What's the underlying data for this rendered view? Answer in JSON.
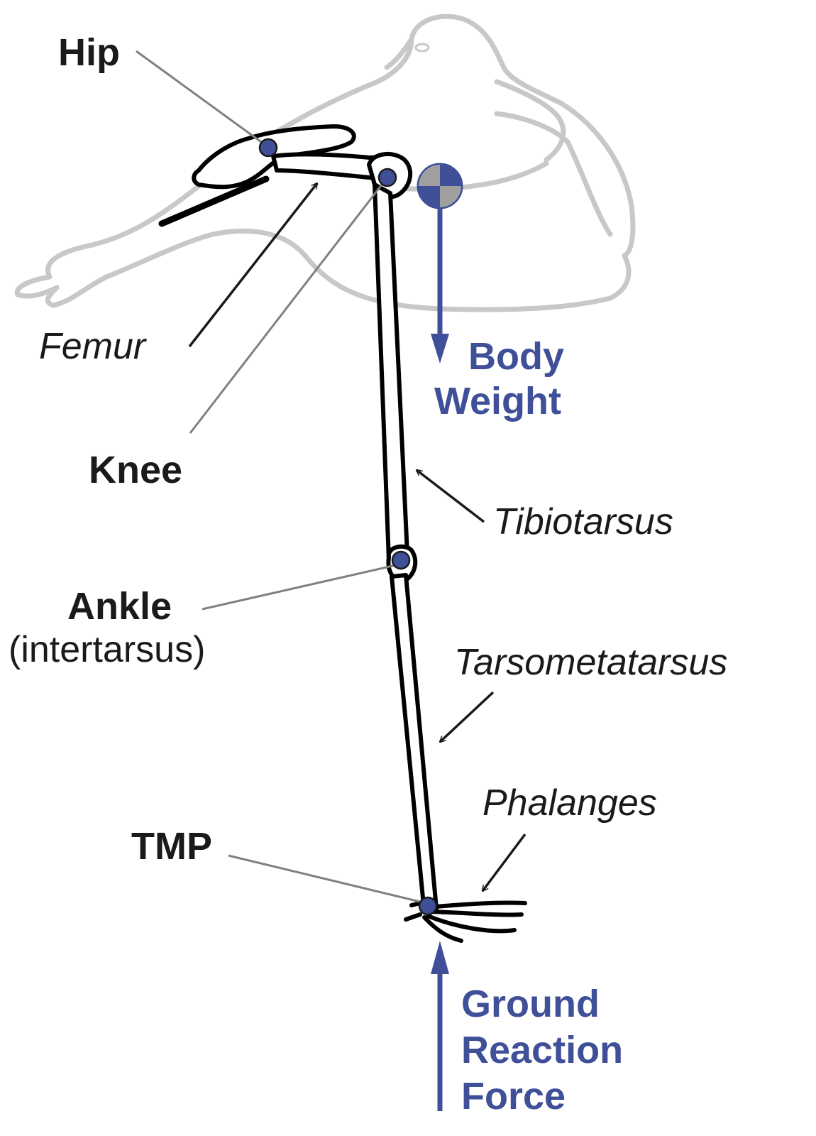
{
  "colors": {
    "accent_blue": "#3f4f98",
    "bone_stroke": "#000000",
    "body_outline": "#c8c8c8",
    "leader_gray": "#808080",
    "text_dark": "#1a1a1a"
  },
  "icons": {
    "center_of_mass": "center-of-mass-icon",
    "joint": "joint-marker-icon"
  },
  "joint_labels": {
    "hip": "Hip",
    "knee": "Knee",
    "ankle": "Ankle",
    "ankle_sub": "(intertarsus)",
    "tmp": "TMP"
  },
  "bone_labels": {
    "femur": "Femur",
    "tibiotarsus": "Tibiotarsus",
    "tarsometatarsus": "Tarsometatarsus",
    "phalanges": "Phalanges"
  },
  "forces": {
    "body_weight": [
      "Body",
      "Weight"
    ],
    "ground_reaction": [
      "Ground",
      "Reaction",
      "Force"
    ]
  }
}
